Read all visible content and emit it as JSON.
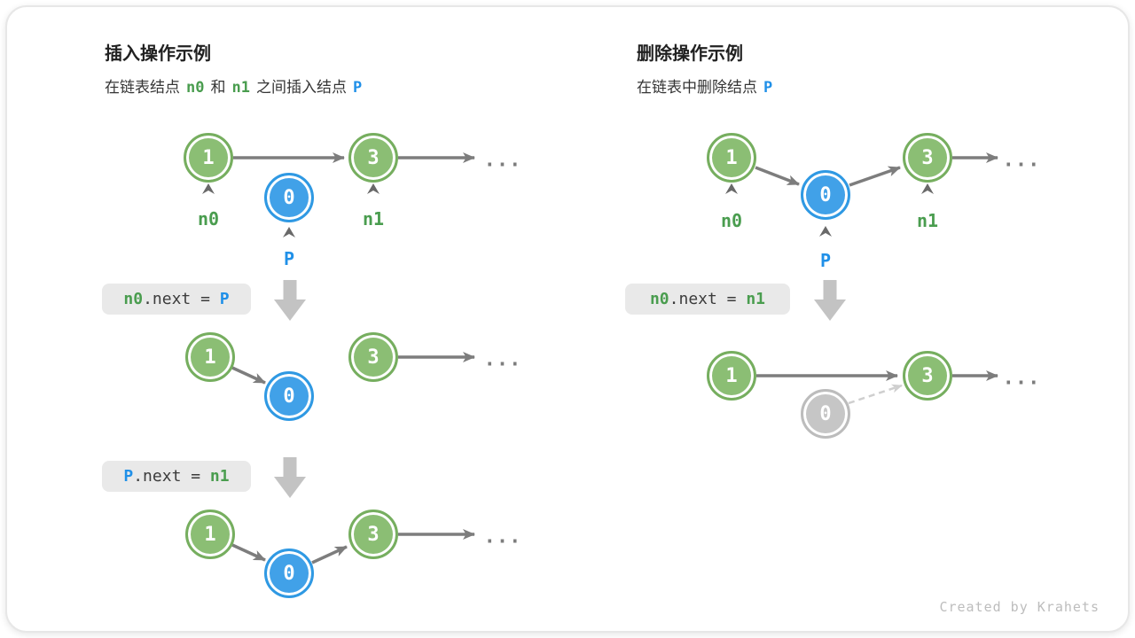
{
  "left": {
    "title": "插入操作示例",
    "subtitle": {
      "s1": "在链表结点",
      "n0": "n0",
      "s2": "和",
      "n1": "n1",
      "s3": "之间插入结点",
      "p": "P"
    },
    "fig1": {
      "v1": "1",
      "v3": "3",
      "v0": "0",
      "label_n0": "n0",
      "label_n1": "n1",
      "label_p": "P",
      "dots": "..."
    },
    "code1": {
      "lhs": "n0",
      "mid": ".next = ",
      "rhs": "P"
    },
    "fig2": {
      "v1": "1",
      "v0": "0",
      "v3": "3",
      "dots": "..."
    },
    "code2": {
      "lhs": "P",
      "mid": ".next = ",
      "rhs": "n1"
    },
    "fig3": {
      "v1": "1",
      "v0": "0",
      "v3": "3",
      "dots": "..."
    }
  },
  "right": {
    "title": "删除操作示例",
    "subtitle": {
      "s1": "在链表中删除结点",
      "p": "P"
    },
    "fig1": {
      "v1": "1",
      "v0": "0",
      "v3": "3",
      "label_n0": "n0",
      "label_n1": "n1",
      "label_p": "P",
      "dots": "..."
    },
    "code1": {
      "lhs": "n0",
      "mid": ".next = ",
      "rhs": "n1"
    },
    "fig2": {
      "v1": "1",
      "v0": "0",
      "v3": "3",
      "dots": "..."
    }
  },
  "footer": {
    "credit": "Created by Krahets"
  },
  "colors": {
    "node_green_fill": "#8bbe74",
    "node_green_ring": "#76ae5f",
    "node_blue_fill": "#41a1e8",
    "node_blue_ring": "#2f99e3",
    "node_gray_fill": "#c6c6c6",
    "node_gray_ring": "#bcbcbc",
    "text_green": "#4a9d4f",
    "text_blue": "#2090e8",
    "arrow_gray": "#7d7d7d",
    "dashed_gray": "#cfcfcf",
    "codebox_bg": "#e9e9e9",
    "block_arrow": "#c3c3c3",
    "caret": "#696969",
    "card_border": "#e7e7e7",
    "footer_text": "#bdbdbd"
  }
}
